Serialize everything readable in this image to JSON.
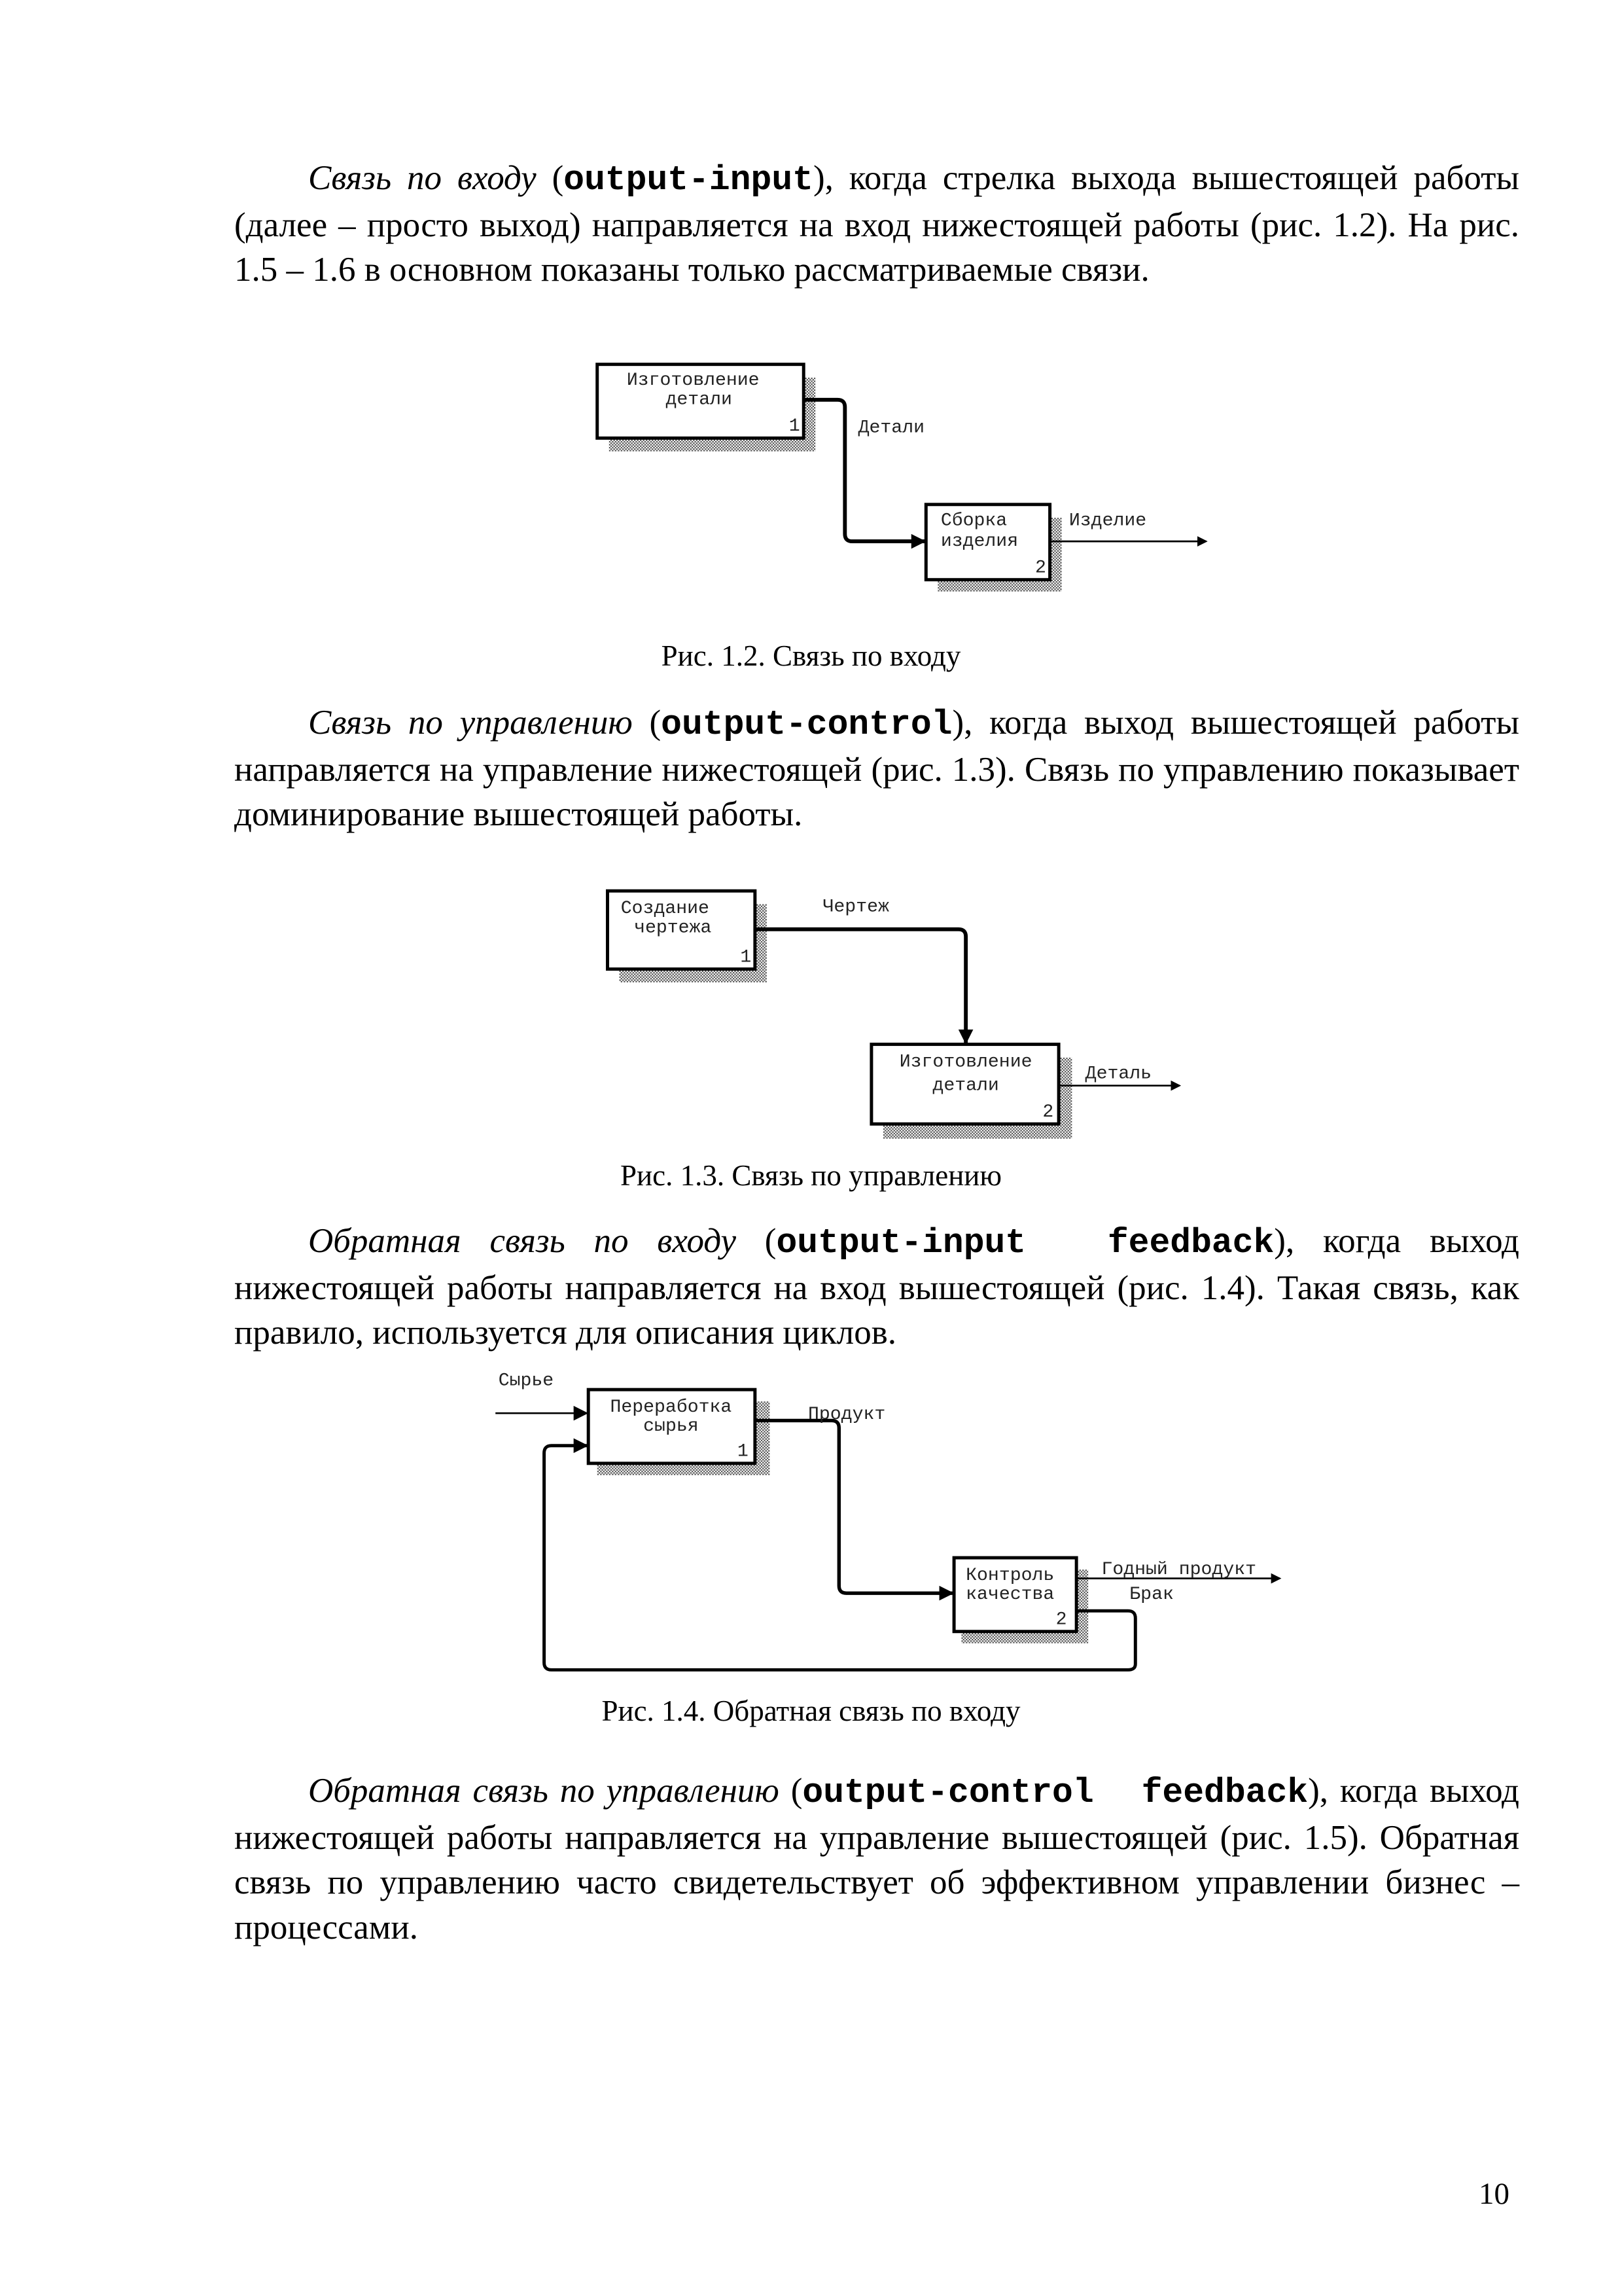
{
  "paragraphs": [
    {
      "term": "Связь по входу",
      "open": " (",
      "code": "output-input",
      "close": "), ",
      "text": "когда стрелка выхода вышестоящей работы (далее – просто выход) направляется на вход нижестоящей работы (рис. 1.2). На рис. 1.5 – 1.6 в основном показаны только рассматриваемые связи."
    },
    {
      "term": "Связь по управлению",
      "open": " (",
      "code": "output-control",
      "close": "), ",
      "text": "когда выход вышестоящей работы направляется на управление нижестоящей (рис. 1.3). Связь по управлению показывает доминирование вышестоящей работы."
    },
    {
      "term": "Обратная связь по входу",
      "open": " (",
      "code": "output-input  feedback",
      "close": "), ",
      "text": "когда выход нижестоящей работы направляется на вход вышестоящей (рис. 1.4). Такая связь, как правило, используется для описания циклов."
    },
    {
      "term": "Обратная связь по управлению",
      "open": " (",
      "code": "output-control  feedback",
      "close": "), ",
      "text": "когда выход нижестоящей работы направляется на управление вышестоящей (рис. 1.5). Обратная связь по управлению часто свидетельствует об эффективном управлении бизнес – процессами."
    }
  ],
  "figures": [
    {
      "caption": "Рис. 1.2. Связь по входу",
      "box1": {
        "line1": "Изготовление",
        "line2": "детали",
        "num": "1"
      },
      "box2": {
        "line1": "Сборка",
        "line2": "изделия",
        "num": "2"
      },
      "arrows": {
        "link": "Детали",
        "output": "Изделие"
      }
    },
    {
      "caption": "Рис. 1.3. Связь по управлению",
      "box1": {
        "line1": "Создание",
        "line2": "чертежа",
        "num": "1"
      },
      "box2": {
        "line1": "Изготовление",
        "line2": "детали",
        "num": "2"
      },
      "arrows": {
        "link": "Чертеж",
        "output": "Деталь"
      }
    },
    {
      "caption": "Рис. 1.4. Обратная связь по входу",
      "box1": {
        "line1": "Переработка",
        "line2": "сырья",
        "num": "1"
      },
      "box2": {
        "line1": "Контроль",
        "line2": "качества",
        "num": "2"
      },
      "arrows": {
        "input": "Сырье",
        "link": "Продукт",
        "output": "Годный продукт",
        "feedback": "Брак"
      }
    }
  ],
  "page_number": "10"
}
